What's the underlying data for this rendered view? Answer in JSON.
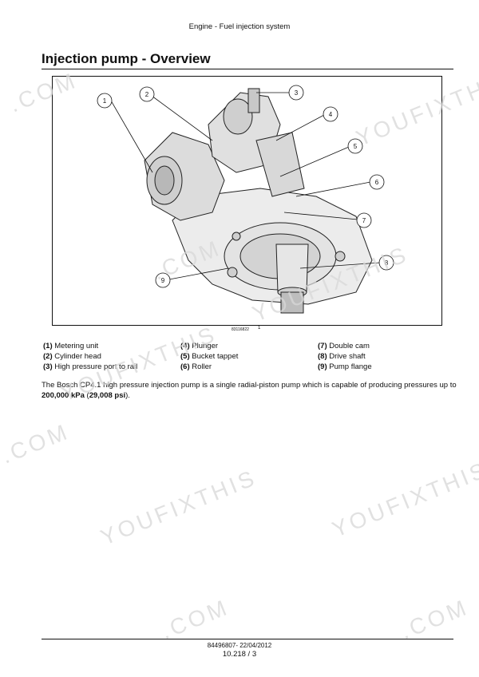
{
  "header": {
    "text": "Engine - Fuel injection system"
  },
  "section": {
    "title": "Injection pump - Overview"
  },
  "figure": {
    "image_id": "83116822",
    "number": "1",
    "callouts": [
      "1",
      "2",
      "3",
      "4",
      "5",
      "6",
      "7",
      "8",
      "9"
    ]
  },
  "legend": [
    {
      "num": "(1)",
      "label": "Metering unit"
    },
    {
      "num": "(2)",
      "label": "Cylinder head"
    },
    {
      "num": "(3)",
      "label": "High pressure port to rail"
    },
    {
      "num": "(4)",
      "label": "Plunger"
    },
    {
      "num": "(5)",
      "label": "Bucket tappet"
    },
    {
      "num": "(6)",
      "label": "Roller"
    },
    {
      "num": "(7)",
      "label": "Double cam"
    },
    {
      "num": "(8)",
      "label": "Drive shaft"
    },
    {
      "num": "(9)",
      "label": "Pump flange"
    }
  ],
  "body": {
    "part1": "The Bosch CP4.1 high pressure injection pump is a single radial-piston pump which is capable of producing pressures up to ",
    "bold1": "200,000 kPa",
    "part2": " (",
    "bold2": "29,008 psi",
    "part3": ")."
  },
  "footer": {
    "code": "84496807- 22/04/2012",
    "page": "10.218 / 3"
  },
  "watermarks": [
    "YOUFIXTHIS",
    "YOUFIXTHIS",
    "YOUFIXTHIS",
    "YOUFIXTHIS",
    ".COM",
    ".COM",
    ".COM",
    ".COM",
    "YOUFIXTHIS",
    ".COM"
  ]
}
